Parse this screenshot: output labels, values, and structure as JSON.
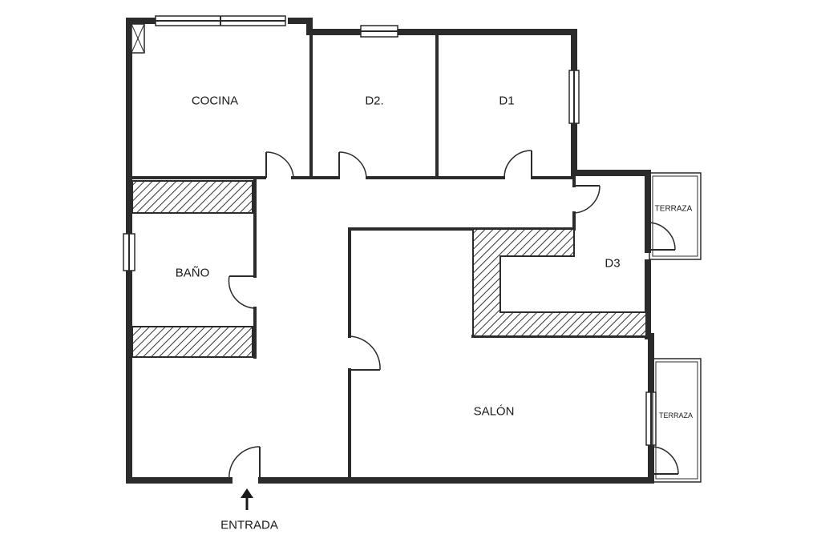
{
  "rooms": {
    "cocina": "COCINA",
    "d2": "D2.",
    "d1": "D1",
    "bano": "BAÑO",
    "d3": "D3",
    "salon": "SALÓN",
    "terraza_top": "TERRAZA",
    "terraza_bottom": "TERRAZA"
  },
  "entrance": {
    "label": "ENTRADA",
    "icon": "arrow-up-icon"
  },
  "colors": {
    "wall": "#2b2b2b",
    "background": "#ffffff"
  }
}
